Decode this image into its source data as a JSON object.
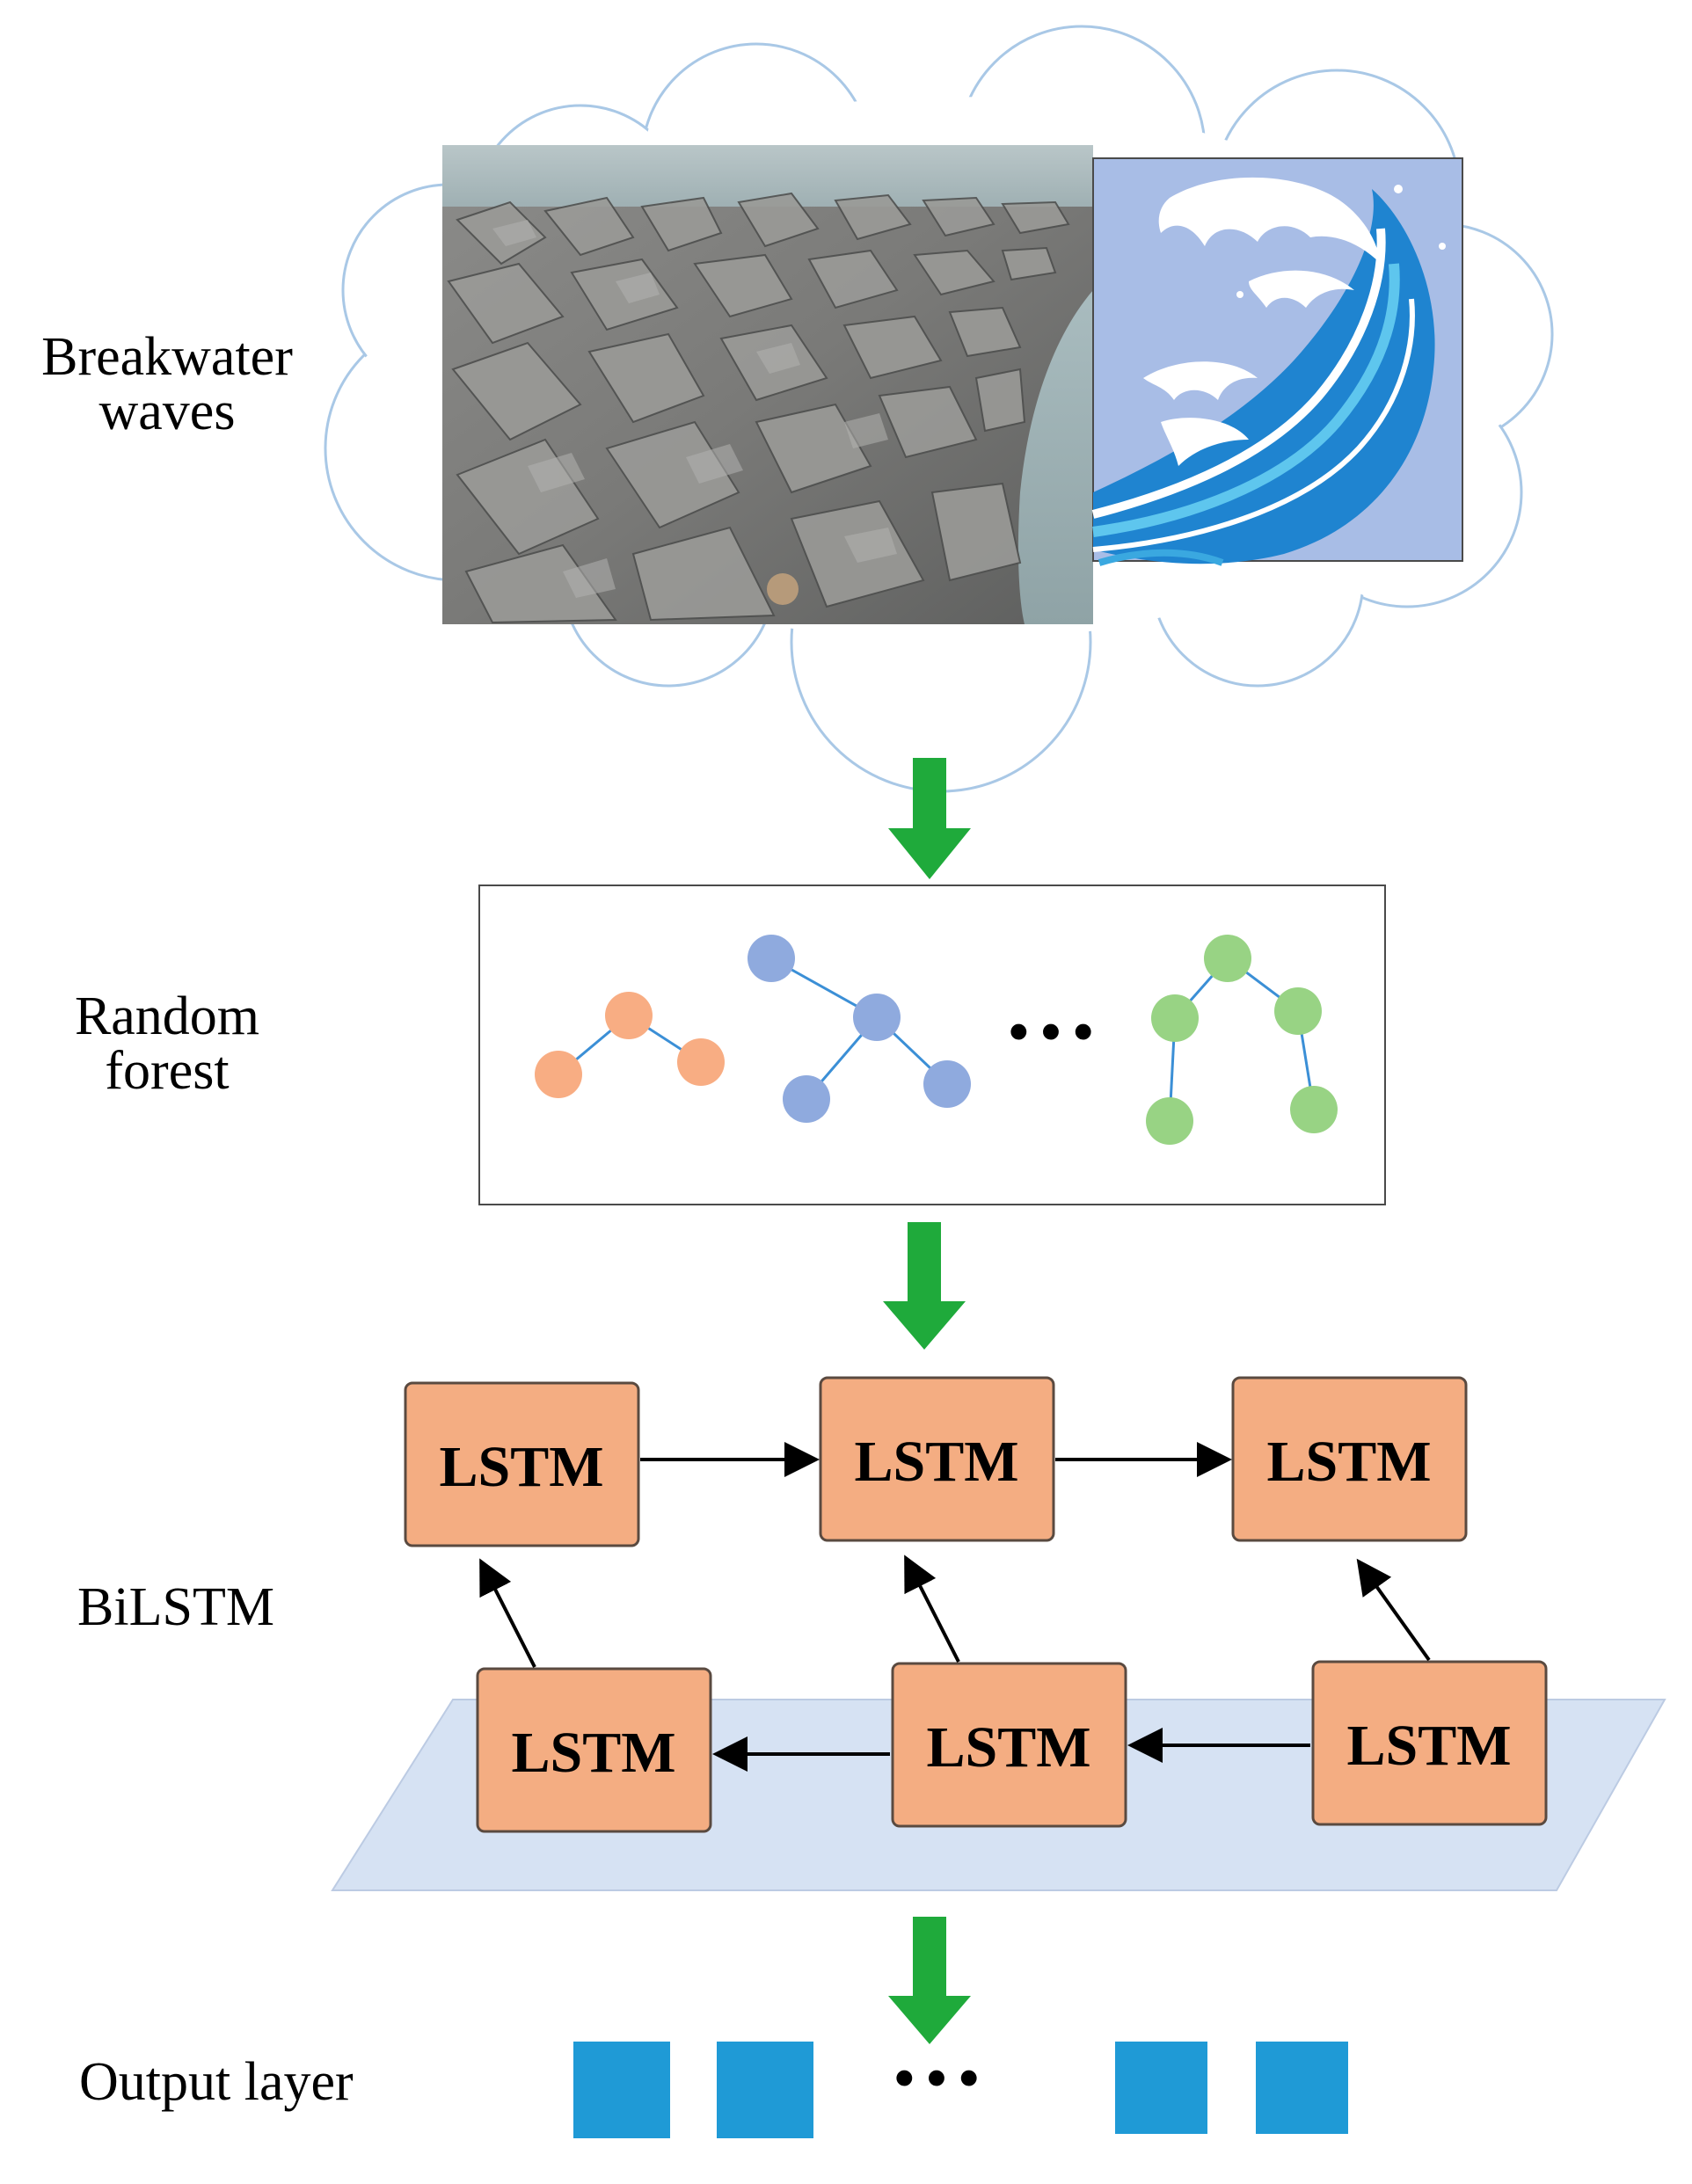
{
  "labels": {
    "breakwater_line1": "Breakwater",
    "breakwater_line2": "waves",
    "random_line1": "Random",
    "random_line2": "forest",
    "bilstm": "BiLSTM",
    "output": "Output layer"
  },
  "lstm": {
    "forward": [
      "LSTM",
      "LSTM",
      "LSTM"
    ],
    "backward": [
      "LSTM",
      "LSTM",
      "LSTM"
    ]
  },
  "ellipsis": {
    "forest": "···",
    "output": "···"
  },
  "colors": {
    "arrow_green": "#1faa3b",
    "lstm_fill": "#f4ad82",
    "lstm_border": "#5a4a40",
    "plane_fill": "#d6e2f3",
    "output_square": "#1f9ad6",
    "tree_orange": "#f8ad83",
    "tree_blue": "#8faade",
    "tree_green": "#98d384",
    "tree_edge": "#3b8fd6",
    "cloud_stroke": "#a9c8e6",
    "wave_bg": "#a8bde6"
  }
}
